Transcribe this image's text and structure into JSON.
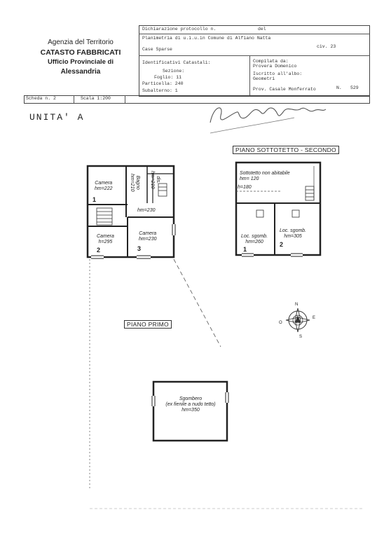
{
  "agency": {
    "line1": "Agenzia del Territorio",
    "line2": "CATASTO FABBRICATI",
    "line3": "Ufficio Provinciale di",
    "line4": "Alessandria"
  },
  "header": {
    "dichiarazione": "Dichiarazione protocollo n.",
    "del": "del",
    "planimetria": "Planimetria di u.i.u.in Comune di Alfiano Natta",
    "address": "Case Sparse",
    "civ": "civ. 23",
    "identificativi": "Identificativi Catastali:",
    "sezione": "Sezione:",
    "foglio": "Foglio: 11",
    "particella": "Particella: 240",
    "subalterno": "Subalterno: 1",
    "compilata": "Compilata da:",
    "compiler_name": "Provera Domenico",
    "iscritto": "Iscritto all'albo:",
    "albo": "Geometri",
    "prov": "Prov. Casale Monferrato",
    "n_label": "N.",
    "n_value": "529",
    "scheda": "Scheda n. 2",
    "scala": "Scala 1:200"
  },
  "unita": "UNITA' A",
  "plans": {
    "piano_primo": "PIANO PRIMO",
    "piano_sottotetto": "PIANO SOTTOTETTO - SECONDO",
    "primo_rooms": [
      {
        "name": "Camera",
        "h": "hm=222",
        "num": "1"
      },
      {
        "name": "Bagno",
        "h": "hm=210"
      },
      {
        "name": "dis.",
        "h": "hm=210"
      },
      {
        "name": "",
        "h": "hm=230"
      },
      {
        "name": "Camera",
        "h": "h=295",
        "num": "2"
      },
      {
        "name": "Camera",
        "h": "hm=230",
        "num": "3"
      }
    ],
    "sottotetto_rooms": [
      {
        "name": "Sottotetto non abitabile",
        "h": "hm= 120"
      },
      {
        "name": "",
        "h": "h=180"
      },
      {
        "name": "Loc. sgomb.",
        "h": "hm=260",
        "num": "1"
      },
      {
        "name": "Loc. sgomb.",
        "h": "hm=305",
        "num": "2"
      }
    ],
    "sgombero": {
      "name": "Sgombero",
      "note": "(ex fienile a nudo tetto)",
      "h": "hm=350"
    }
  },
  "compass": {
    "n": "N",
    "s": "S",
    "e": "E",
    "o": "O"
  }
}
